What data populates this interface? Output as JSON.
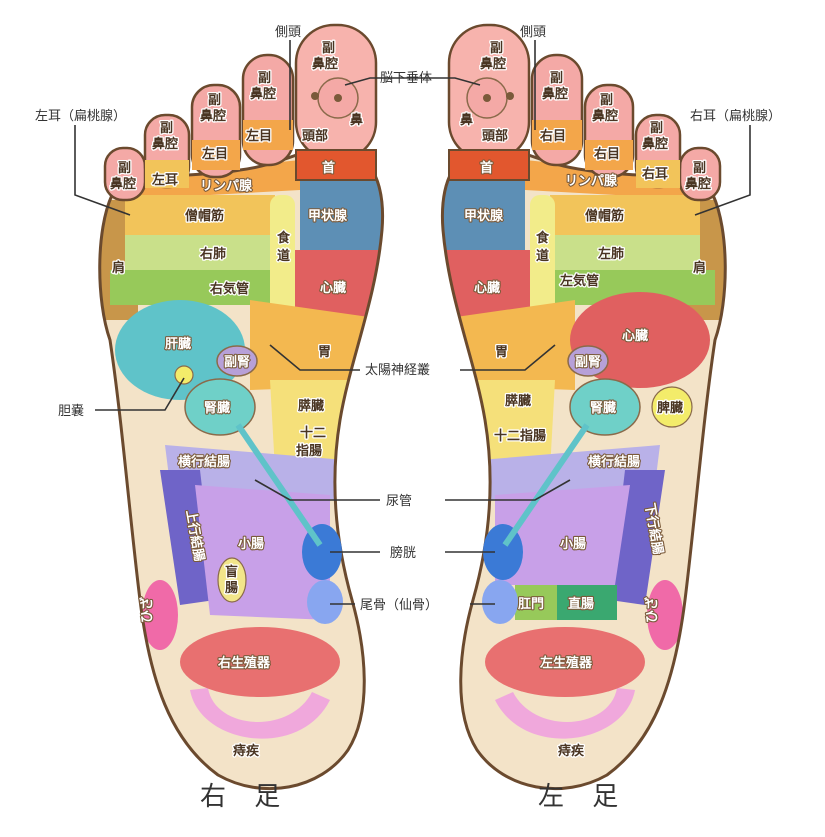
{
  "labels": {
    "sokuto": "側頭",
    "fukubiku": "副",
    "fukubiku2": "鼻腔",
    "noukasuitai": "脳下垂体",
    "hana": "鼻",
    "toubu": "頭部",
    "kubi": "首",
    "hidarime": "左目",
    "migime": "右目",
    "hidarimimi": "左耳",
    "migimimi": "右耳",
    "hidarimimi_tonsil": "左耳（扁桃腺）",
    "migimimi_tonsil": "右耳（扁桃腺）",
    "lymph": "リンパ腺",
    "soubokin": "僧帽筋",
    "kata": "肩",
    "haiR": "右肺",
    "haiL": "左肺",
    "kikanR": "右気管",
    "kikanL": "左気管",
    "koujousen": "甲状腺",
    "shokudou1": "食",
    "shokudou2": "道",
    "shinzou": "心臓",
    "kanzou": "肝臓",
    "fukujin": "副腎",
    "i": "胃",
    "tannou": "胆嚢",
    "jinzou": "腎臓",
    "suizou": "膵臓",
    "juunishi1": "十二",
    "juunishi2": "指腸",
    "juunishichou": "十二指腸",
    "hizou": "脾臓",
    "taiyou": "太陽神経叢",
    "oukou": "横行結腸",
    "joukou": "上行結腸",
    "kakou": "下行結腸",
    "nyoukan": "尿管",
    "shouchou": "小腸",
    "mouchou1": "盲",
    "mouchou2": "腸",
    "boukou": "膀胱",
    "bikotsu": "尾骨（仙骨）",
    "koumon": "肛門",
    "chokuchou": "直腸",
    "hiza": "ひざ",
    "seishokuR": "右生殖器",
    "seishokuL": "左生殖器",
    "jishitsu": "痔疾",
    "footR": "右 足",
    "footL": "左 足"
  },
  "colors": {
    "skin": "#f3e3c8",
    "outline": "#6b4a2e",
    "sinus": "#f4a9a6",
    "head": "#f7b3ad",
    "neck": "#e2572e",
    "orange": "#f3a64a",
    "yellow_orange": "#f2c45a",
    "lightgreen": "#c9e08a",
    "green": "#97c95a",
    "thyroid": "#5d8fb5",
    "heart": "#e06060",
    "esophagus": "#f2ec8a",
    "liver": "#5fc3c9",
    "adrenal": "#b7a0d8",
    "kidney": "#6fd0c8",
    "stomach": "#f3b850",
    "pancreas": "#f5e07a",
    "colon": "#b9b1e8",
    "ascending": "#6f64c8",
    "smallint": "#c8a0e8",
    "bladder": "#3b7ad6",
    "coccyx": "#88a6f0",
    "knee": "#f06aa8",
    "genital": "#e87070",
    "hemorrhoid": "#f0a8dc",
    "shoulder": "#c8964a"
  }
}
